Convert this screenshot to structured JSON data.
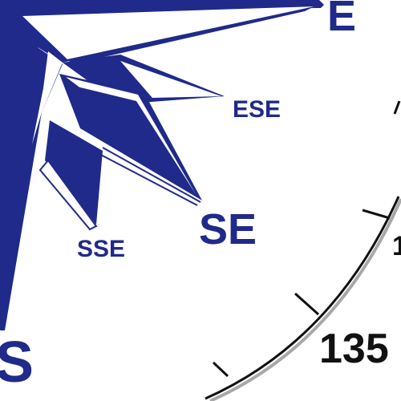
{
  "compass_rose": {
    "labels": {
      "east": "E",
      "east_southeast": "ESE",
      "southeast": "SE",
      "south_southeast": "SSE",
      "south": "S"
    },
    "scale": {
      "degree_135": "135"
    }
  },
  "colors": {
    "rose_blue": "#1f2a8a",
    "scale_black": "#111111",
    "scale_grey": "#a8a8a8",
    "background": "#ffffff"
  }
}
